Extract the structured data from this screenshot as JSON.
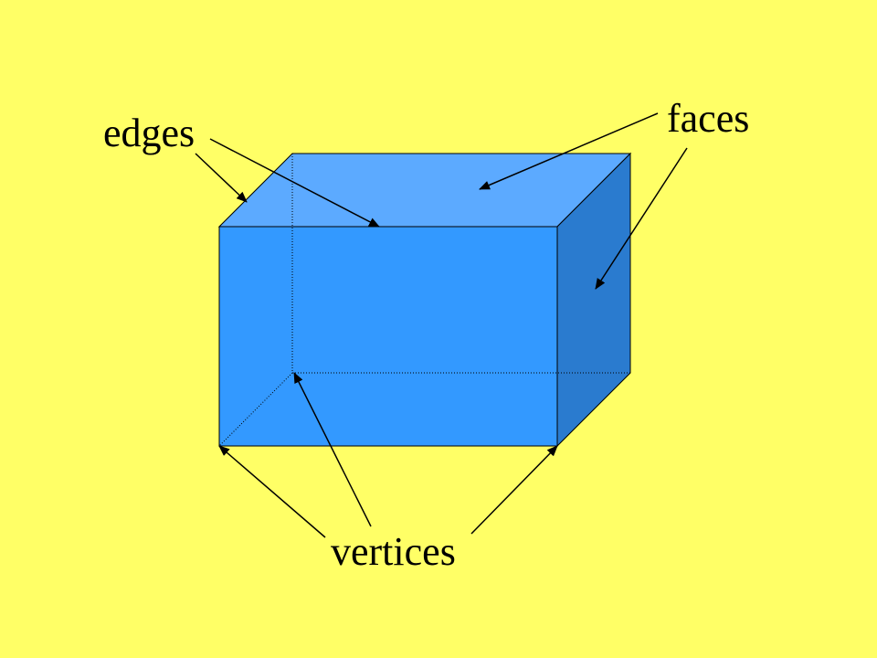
{
  "colors": {
    "background": "#FFFF66",
    "front_face": "#3399FF",
    "top_face": "#5CAAFF",
    "side_face": "#2A7BCF",
    "outline": "#000000",
    "arrow": "#000000"
  },
  "labels": {
    "edges": "edges",
    "faces": "faces",
    "vertices": "vertices"
  },
  "icons": {
    "arrowhead": "arrowhead-icon"
  }
}
